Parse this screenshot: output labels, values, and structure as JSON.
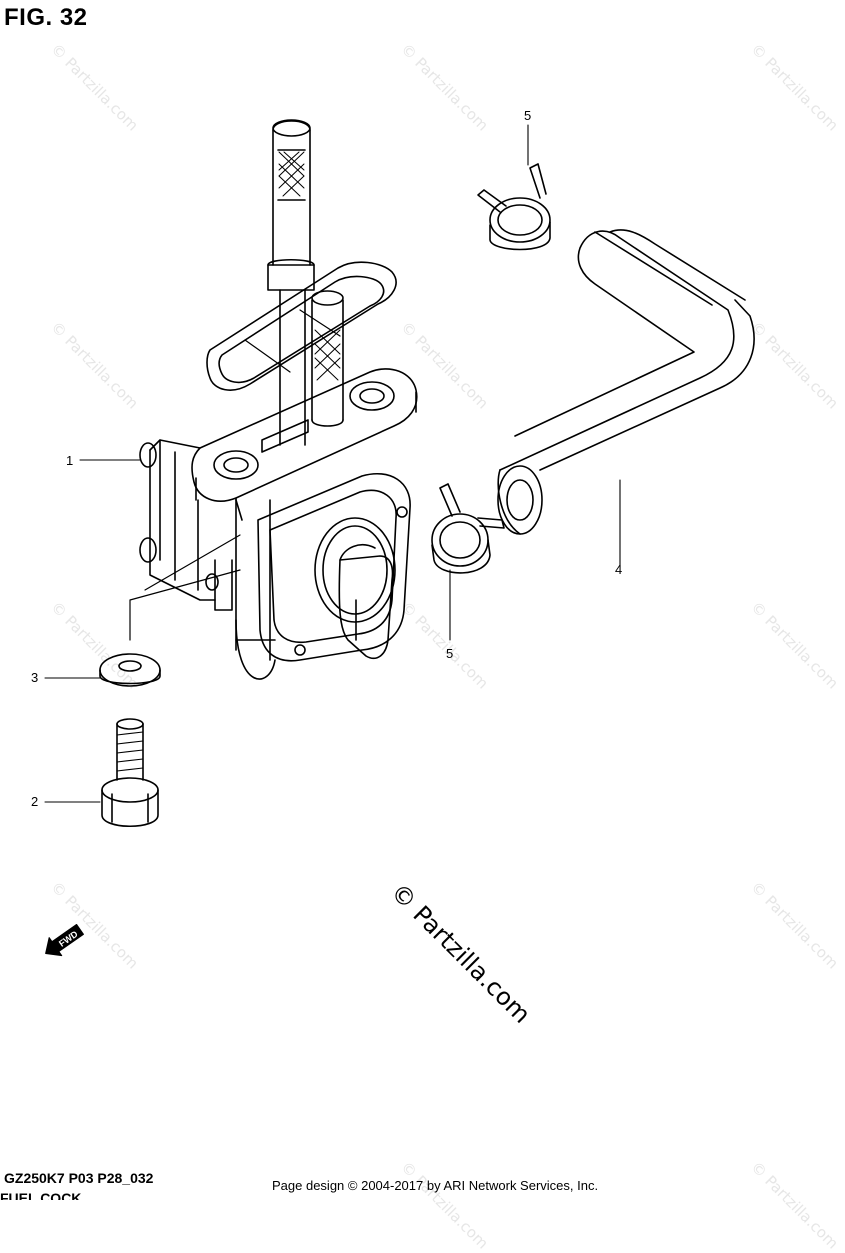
{
  "figure": {
    "title": "FIG. 32"
  },
  "callouts": [
    {
      "id": "1",
      "label": "1"
    },
    {
      "id": "2",
      "label": "2"
    },
    {
      "id": "3",
      "label": "3"
    },
    {
      "id": "4",
      "label": "4"
    },
    {
      "id": "5a",
      "label": "5"
    },
    {
      "id": "5b",
      "label": "5"
    }
  ],
  "watermark": {
    "text": "© Partzilla.com"
  },
  "fwd_badge": {
    "text": "FWD"
  },
  "footer": {
    "code": "GZ250K7 P03 P28_032",
    "title": "FUEL COCK",
    "credit": "Page design © 2004-2017 by ARI Network Services, Inc."
  }
}
